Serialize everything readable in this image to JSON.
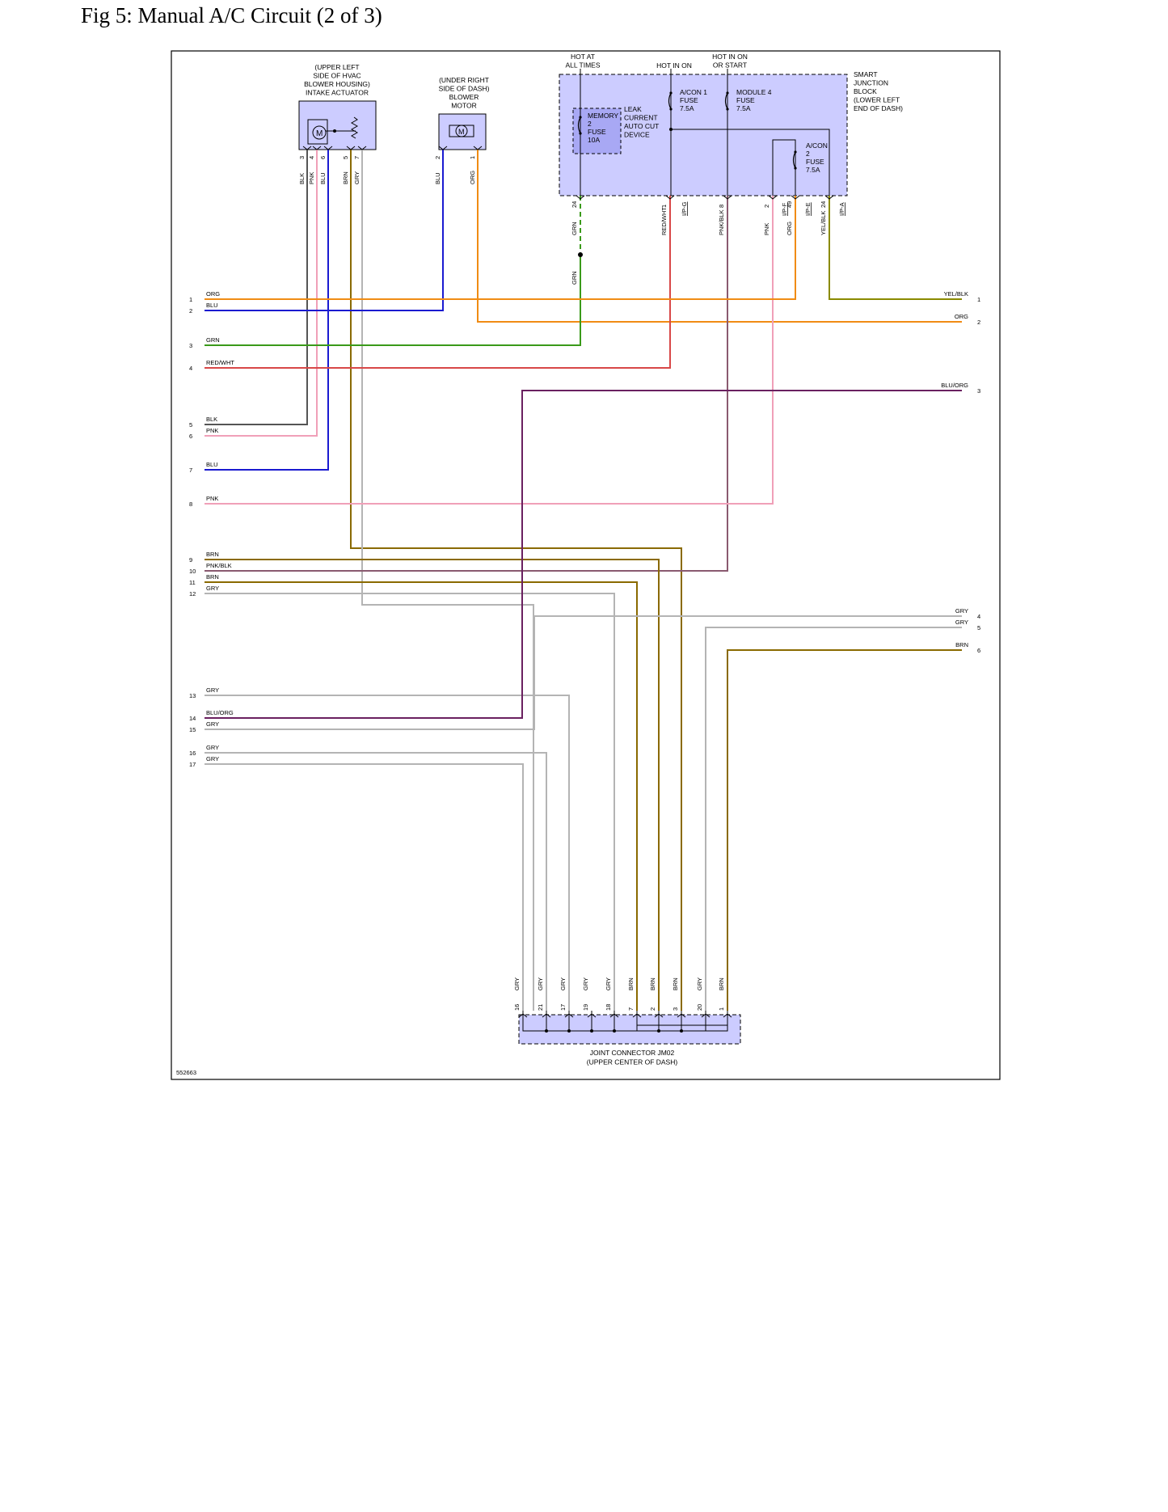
{
  "title": "Fig 5: Manual A/C Circuit (2 of 3)",
  "figure_id": "552663",
  "colors": {
    "ORG": "#f08c14",
    "BLU": "#1a1ad0",
    "GRN": "#3a9a1a",
    "RED/WHT": "#d84848",
    "BLK": "#555555",
    "PNK": "#f0a0b8",
    "BRN": "#8a6a00",
    "GRY": "#b4b4b4",
    "PNK/BLK": "#8a5a70",
    "BLU/ORG": "#6a2060",
    "YEL/BLK": "#8a8a00",
    "box_fill": "#ccccff",
    "fuse_fill": "#a8a8f4"
  },
  "components": {
    "actuator": {
      "label": [
        "(UPPER LEFT",
        "SIDE OF HVAC",
        "BLOWER HOUSING)",
        "INTAKE ACTUATOR"
      ],
      "pins": [
        "3",
        "4",
        "6",
        "5",
        "7"
      ],
      "wires": [
        "BLK",
        "PNK",
        "BLU",
        "BRN",
        "GRY"
      ],
      "motor_symbol": "M"
    },
    "blower": {
      "label": [
        "(UNDER RIGHT",
        "SIDE OF DASH)",
        "BLOWER",
        "MOTOR"
      ],
      "pins": [
        "2",
        "1"
      ],
      "wires": [
        "BLU",
        "ORG"
      ],
      "motor_symbol": "M"
    },
    "sjb": {
      "label": [
        "SMART",
        "JUNCTION",
        "BLOCK",
        "(LOWER LEFT",
        "END OF DASH)"
      ],
      "hot_labels": [
        [
          "HOT AT",
          "ALL TIMES"
        ],
        [
          "HOT IN ON"
        ],
        [
          "HOT IN ON",
          "OR START"
        ]
      ],
      "memory_fuse": [
        "MEMORY",
        "2",
        "FUSE",
        "10A"
      ],
      "leak_label": [
        "LEAK",
        "CURRENT",
        "AUTO CUT",
        "DEVICE"
      ],
      "acon1_fuse": [
        "A/CON 1",
        "FUSE",
        "7.5A"
      ],
      "module4_fuse": [
        "MODULE 4",
        "FUSE",
        "7.5A"
      ],
      "acon2_fuse": [
        "A/CON",
        "2",
        "FUSE",
        "7.5A"
      ],
      "pins": [
        "24",
        "1",
        "8",
        "2",
        "49",
        "24"
      ],
      "connectors": [
        "I/P-G",
        "I/P-F",
        "I/P-E",
        "I/P-A"
      ],
      "wires": [
        "GRN",
        "RED/WHT",
        "PNK/BLK",
        "PNK",
        "ORG",
        "YEL/BLK"
      ],
      "splice_wire": "GRN"
    },
    "joint": {
      "label": [
        "JOINT CONNECTOR JM02",
        "(UPPER CENTER OF DASH)"
      ],
      "pins": [
        "16",
        "21",
        "17",
        "19",
        "18",
        "7",
        "2",
        "3",
        "20",
        "1"
      ],
      "wires": [
        "GRY",
        "GRY",
        "GRY",
        "GRY",
        "GRY",
        "BRN",
        "BRN",
        "BRN",
        "GRY",
        "BRN"
      ]
    }
  },
  "left_refs": [
    {
      "num": "1",
      "wire": "ORG"
    },
    {
      "num": "2",
      "wire": "BLU"
    },
    {
      "num": "3",
      "wire": "GRN"
    },
    {
      "num": "4",
      "wire": "RED/WHT"
    },
    {
      "num": "5",
      "wire": "BLK"
    },
    {
      "num": "6",
      "wire": "PNK"
    },
    {
      "num": "7",
      "wire": "BLU"
    },
    {
      "num": "8",
      "wire": "PNK"
    },
    {
      "num": "9",
      "wire": "BRN"
    },
    {
      "num": "10",
      "wire": "PNK/BLK"
    },
    {
      "num": "11",
      "wire": "BRN"
    },
    {
      "num": "12",
      "wire": "GRY"
    },
    {
      "num": "13",
      "wire": "GRY"
    },
    {
      "num": "14",
      "wire": "BLU/ORG"
    },
    {
      "num": "15",
      "wire": "GRY"
    },
    {
      "num": "16",
      "wire": "GRY"
    },
    {
      "num": "17",
      "wire": "GRY"
    }
  ],
  "right_refs": [
    {
      "num": "1",
      "wire": "YEL/BLK"
    },
    {
      "num": "2",
      "wire": "ORG"
    },
    {
      "num": "3",
      "wire": "BLU/ORG"
    },
    {
      "num": "4",
      "wire": "GRY"
    },
    {
      "num": "5",
      "wire": "GRY"
    },
    {
      "num": "6",
      "wire": "BRN"
    }
  ]
}
